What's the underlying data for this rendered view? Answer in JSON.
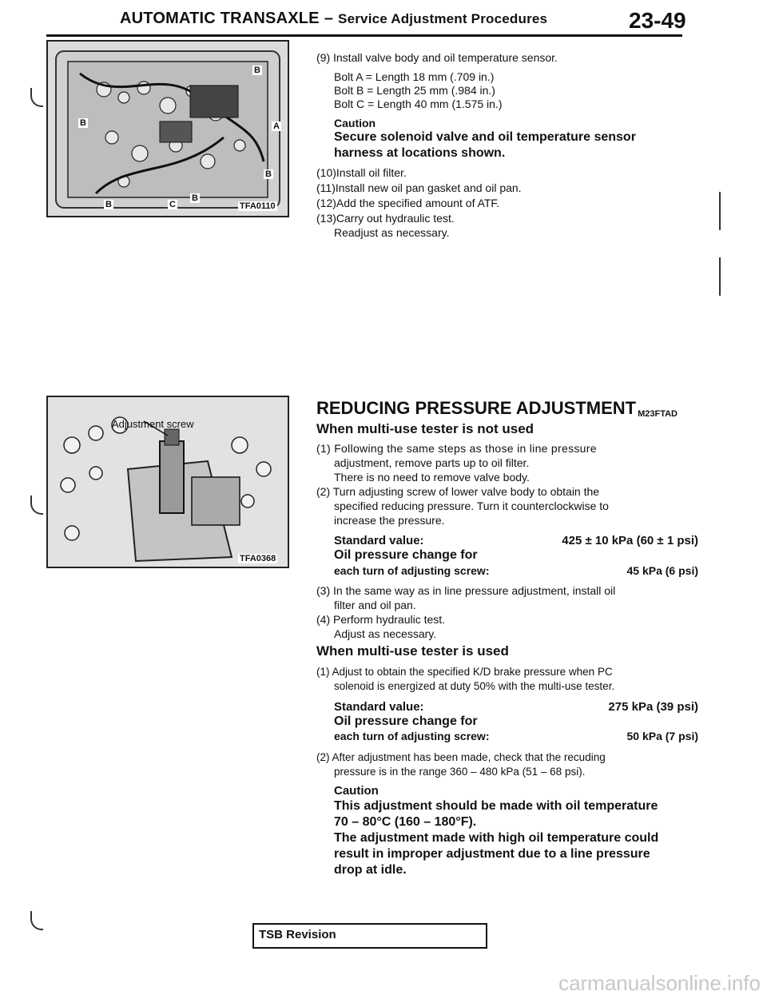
{
  "header": {
    "title": "AUTOMATIC TRANSAXLE",
    "dash": "–",
    "subtitle": "Service Adjustment Procedures",
    "page": "23-49"
  },
  "figure1": {
    "code": "TFA0110",
    "labels": [
      "B",
      "A",
      "B",
      "B",
      "B",
      "C",
      "B"
    ]
  },
  "figure2": {
    "code": "TFA0368",
    "label": "Adjustment screw"
  },
  "section1": {
    "step9": "(9) Install valve body and oil temperature sensor.",
    "bolts": [
      "Bolt A = Length 18 mm (.709 in.)",
      "Bolt B = Length 25 mm (.984 in.)",
      "Bolt C = Length 40 mm (1.575 in.)"
    ],
    "caution_label": "Caution",
    "caution_lines": [
      "Secure solenoid valve and oil temperature sensor",
      "harness at locations shown."
    ],
    "step10": "(10)Install oil filter.",
    "step11": "(11)Install new oil pan gasket and oil pan.",
    "step12": "(12)Add the specified amount of ATF.",
    "step13": "(13)Carry out hydraulic test.",
    "step13b": "Readjust as necessary."
  },
  "section2": {
    "title": "REDUCING PRESSURE ADJUSTMENT",
    "code": "M23FTAD",
    "sub1": "When multi-use tester is not used",
    "s1_lines": [
      "(1) Following the same steps as those in line pressure",
      "adjustment, remove parts up to oil filter.",
      "There is no need to remove valve body.",
      "(2) Turn adjusting screw of lower valve body to obtain the",
      "specified reducing pressure. Turn it counterclockwise to",
      "increase the pressure."
    ],
    "std1_label": "Standard value:",
    "std1_value": "425 ± 10 kPa (60 ± 1 psi)",
    "chg1_label_a": "Oil pressure change for",
    "chg1_label_b": "each turn of adjusting screw:",
    "chg1_value": "45 kPa (6 psi)",
    "s1_after": [
      "(3) In the same way as in line pressure adjustment, install oil",
      "filter and oil pan.",
      "(4) Perform hydraulic test.",
      "Adjust as necessary."
    ],
    "sub2": "When multi-use tester is used",
    "s2_lines": [
      "(1) Adjust to obtain the specified K/D brake pressure when PC",
      "solenoid is energized at duty 50% with the multi-use tester."
    ],
    "std2_label": "Standard value:",
    "std2_value": "275 kPa (39 psi)",
    "chg2_label_a": "Oil pressure change for",
    "chg2_label_b": "each turn of adjusting screw:",
    "chg2_value": "50 kPa (7 psi)",
    "s2_after": [
      "(2) After adjustment has been made, check that the recuding",
      "pressure is in the range 360 – 480 kPa (51 – 68 psi)."
    ],
    "caution_label": "Caution",
    "caution_lines": [
      "This adjustment should be made with oil temperature",
      "70 – 80°C (160 – 180°F).",
      "The adjustment made with high oil temperature could",
      "result in improper adjustment due to a line pressure",
      "drop at idle."
    ]
  },
  "footer": {
    "tsb": "TSB Revision",
    "watermark": "carmanualsonline.info"
  }
}
